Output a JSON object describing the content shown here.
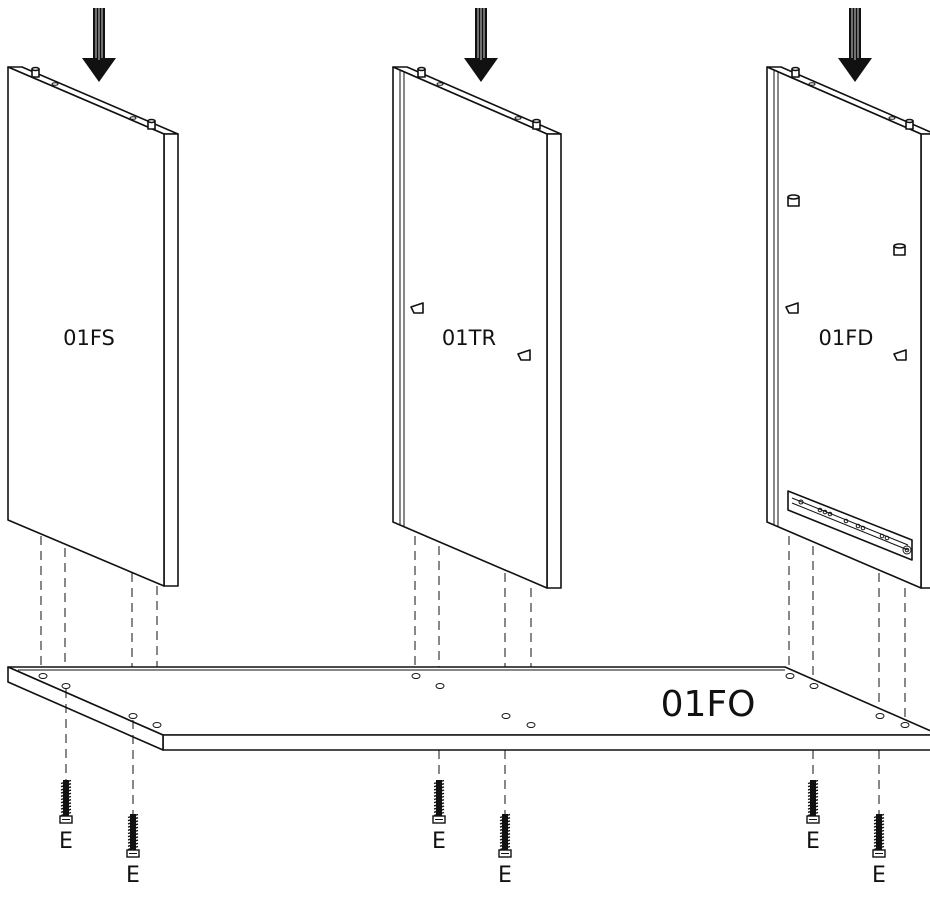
{
  "panels": {
    "left_side": {
      "label": "01FS"
    },
    "back": {
      "label": "01TR"
    },
    "right_side": {
      "label": "01FD"
    }
  },
  "base": {
    "label": "01FO"
  },
  "screw_label": "E",
  "arrow_icon": "down-arrow-icon"
}
